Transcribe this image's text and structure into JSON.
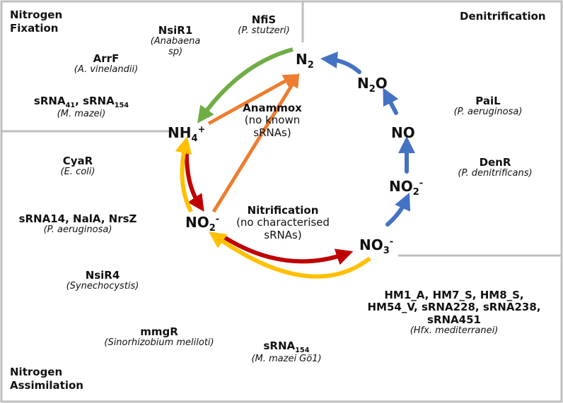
{
  "regions": {
    "fixation": {
      "line1": "Nitrogen",
      "line2": "Fixation"
    },
    "denitrification": {
      "title": "Denitrification"
    },
    "assimilation": {
      "line1": "Nitrogen",
      "line2": "Assimilation"
    }
  },
  "compounds": {
    "n2": {
      "base": "N",
      "sub": "2"
    },
    "n2o": {
      "base1": "N",
      "sub": "2",
      "base2": "O"
    },
    "no": {
      "label": "NO"
    },
    "no2": {
      "base": "NO",
      "sub": "2",
      "sup": "-"
    },
    "no3": {
      "base": "NO",
      "sub": "3",
      "sup": "-"
    },
    "nh4": {
      "base": "NH",
      "sub": "4",
      "sup": "+"
    }
  },
  "processes": {
    "anammox": {
      "title": "Anammox",
      "line1": "(no known",
      "line2": "sRNAs)"
    },
    "nitrification": {
      "title": "Nitrification",
      "line1": "(no characterised",
      "line2": "sRNAs)"
    }
  },
  "srnas": {
    "nsir1": {
      "name": "NsiR1",
      "org1": "(Anabaena",
      "org2": "sp)"
    },
    "nfis": {
      "name": "NfiS",
      "org": "(P. stutzeri)"
    },
    "arrf": {
      "name": "ArrF",
      "org": "(A. vinelandii)"
    },
    "mmazei_pair": {
      "part1": "sRNA",
      "sub1": "41",
      "part2": ", sRNA",
      "sub2": "154",
      "org": "(M. mazei)"
    },
    "pail": {
      "name": "PaiL",
      "org": "(P. aeruginosa)"
    },
    "denr": {
      "name": "DenR",
      "org": "(P. denitrificans)"
    },
    "cyar": {
      "name": "CyaR",
      "org": "(E. coli)"
    },
    "pa_group": {
      "name": "sRNA14, NalA, NrsZ",
      "org": "(P. aeruginosa)"
    },
    "nsir4": {
      "name": "NsiR4",
      "org": "(Synechocystis)"
    },
    "mmgr": {
      "name": "mmgR",
      "org": "(Sinorhizobium meliloti)"
    },
    "srna154": {
      "base": "sRNA",
      "sub": "154",
      "org": "(M. mazei Gö1)"
    },
    "hfx": {
      "line1": "HM1_A, HM7_S, HM8_S,",
      "line2": "HM54_V, sRNA228, sRNA238,",
      "line3": "sRNA451",
      "org": "(Hfx. mediterranei)"
    }
  },
  "colors": {
    "fixation_arrow": "#70ad47",
    "anammox_arrow": "#ed7d31",
    "denitrification_arrow": "#4472c4",
    "nitrification_arrow": "#c00000",
    "assimilation_arrow": "#ffc000",
    "border": "#bfbfbf"
  }
}
